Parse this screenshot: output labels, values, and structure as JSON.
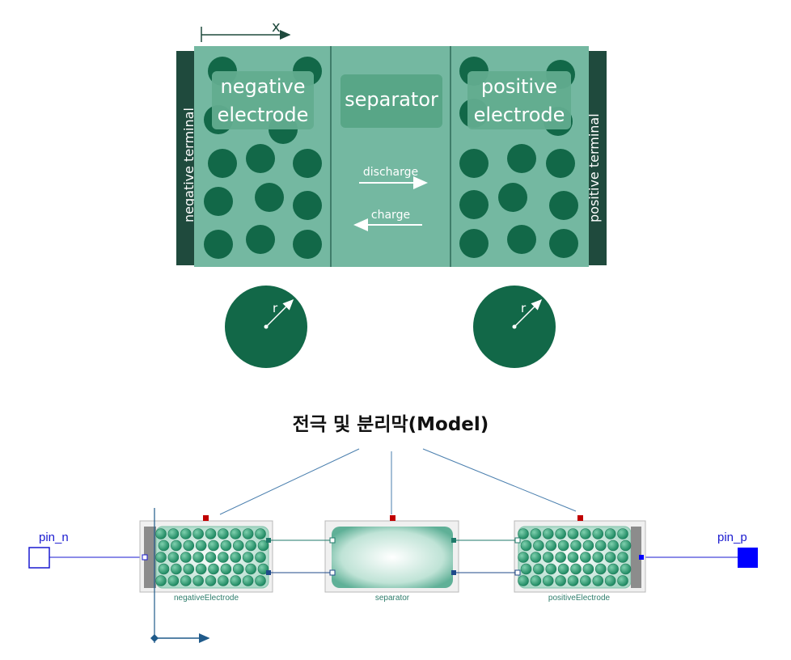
{
  "top_diagram": {
    "x_axis_label": "x",
    "negative_terminal": "negative terminal",
    "positive_terminal": "positive terminal",
    "negative_electrode": [
      "negative",
      "electrode"
    ],
    "separator": "separator",
    "positive_electrode": [
      "positive",
      "electrode"
    ],
    "discharge": "discharge",
    "charge": "charge",
    "radius_label_left": "r",
    "radius_label_right": "r"
  },
  "title": "전극 및 분리막(Model)",
  "model_diagram": {
    "pin_n": "pin_n",
    "pin_p": "pin_p",
    "negative_electrode": "negativeElectrode",
    "separator": "separator",
    "positive_electrode": "positiveElectrode"
  },
  "colors": {
    "panel": "#74b8a1",
    "terminal": "#1f4a3d",
    "particle": "#126848",
    "label_box": "#58a687",
    "pin_blue": "#0000ff"
  }
}
